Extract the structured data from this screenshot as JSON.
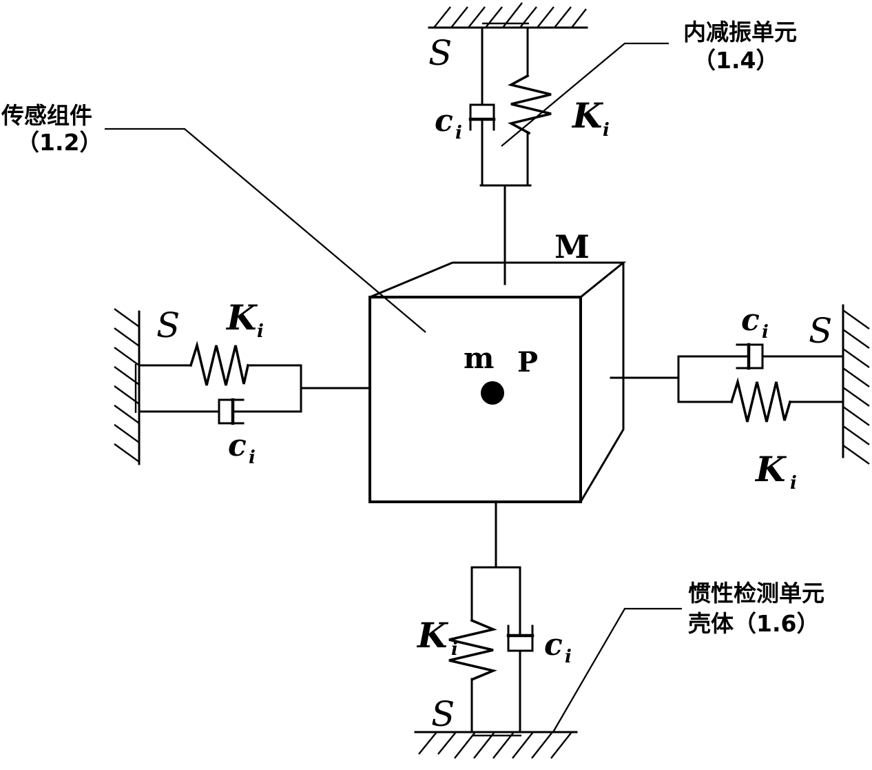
{
  "colors": {
    "ink": "#000000",
    "background": "#ffffff"
  },
  "callouts": {
    "sensor": {
      "line1": "传感组件",
      "line2": "（1.2）"
    },
    "inner": {
      "line1": "内减振单元",
      "line2": "（1.4）"
    },
    "housing": {
      "line1": "惯性检测单元",
      "line2": "壳体（1.6）"
    }
  },
  "symbols": {
    "support": "S",
    "stiffness": "K",
    "damping": "c",
    "sub": "i",
    "outer_mass": "M",
    "inner_mass": "m",
    "point": "P"
  }
}
